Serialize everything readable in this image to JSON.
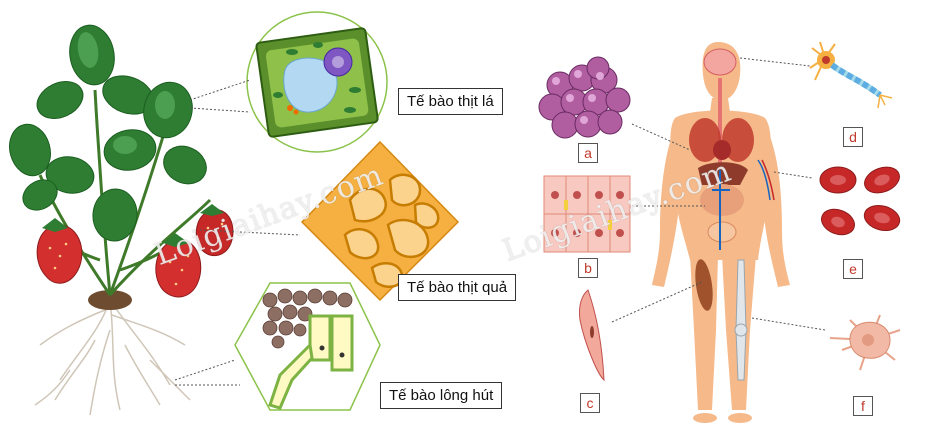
{
  "plant_labels": {
    "leaf_cell": "Tế bào thịt lá",
    "fruit_cell": "Tế bào thịt quả",
    "root_hair_cell": "Tế bào lông hút"
  },
  "human_labels": {
    "a": "a",
    "b": "b",
    "c": "c",
    "d": "d",
    "e": "e",
    "f": "f"
  },
  "watermark": "Loigiaihay.com",
  "colors": {
    "letter": "#c0392b",
    "leaf_green": "#2e7d32",
    "berry_red": "#d32f2f",
    "skin": "#f5b98a"
  }
}
